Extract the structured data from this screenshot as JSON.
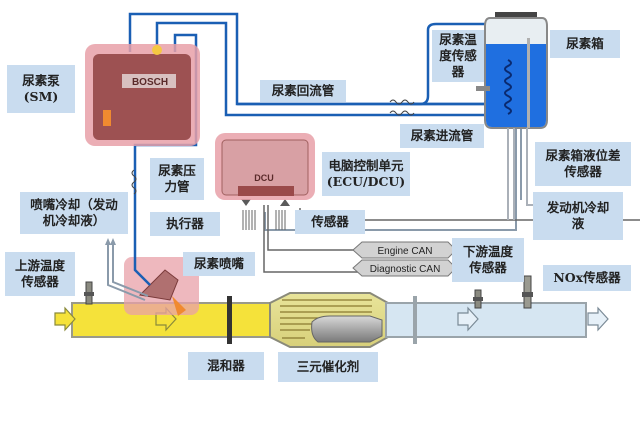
{
  "diagram": {
    "type": "SCR urea injection system schematic",
    "colors": {
      "label_bg": "#c9dcef",
      "urea_line": "#1a5fb4",
      "exhaust_upstream": "#f5e23a",
      "exhaust_downstream": "#d6e6f2",
      "highlight": "#e8a0a8",
      "urea_fluid": "#1f6fe0"
    },
    "labels": {
      "urea_pump": "尿素泵\n(SM)",
      "urea_return_pipe": "尿素回流管",
      "urea_temp_sensor": "尿素温\n度传感\n器",
      "urea_tank": "尿素箱",
      "urea_supply_pipe": "尿素进流管",
      "ecu": "电脑控制单元\n(ECU/DCU)",
      "urea_pressure_pipe": "尿素压\n力管",
      "tank_level_sensor": "尿素箱液位差\n传感器",
      "nozzle_cooling": "喷嘴冷却（发动\n机冷却液）",
      "actuator": "执行器",
      "sensor": "传感器",
      "engine_coolant": "发动机冷却\n液",
      "upstream_temp_sensor": "上游温度\n传感器",
      "urea_nozzle": "尿素喷嘴",
      "downstream_temp_sensor": "下游温度\n传感器",
      "nox_sensor": "NOx传感器",
      "mixer": "混和器",
      "three_way_catalyst": "三元催化剂"
    },
    "can_tags": {
      "engine_can": "Engine CAN",
      "diagnostic_can": "Diagnostic CAN"
    },
    "device_text": {
      "pump_brand": "BOSCH",
      "ecu_model": "DCU"
    }
  }
}
